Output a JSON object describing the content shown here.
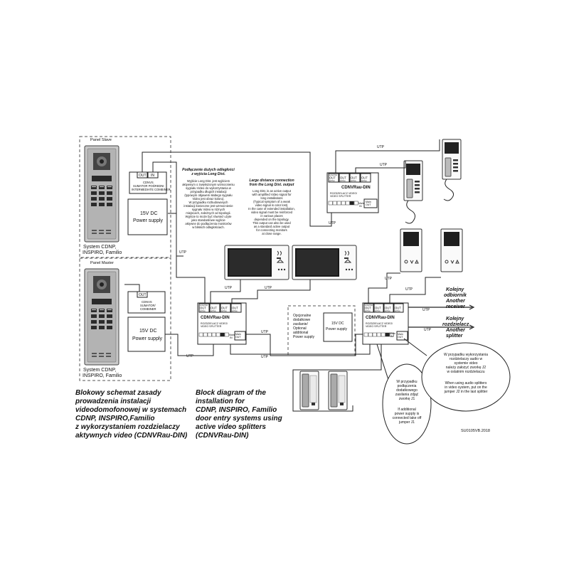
{
  "panels": {
    "slave": {
      "title": "Panel Slave",
      "system_label_line1": "System CDNP,",
      "system_label_line2": "INSPIRO, Familio"
    },
    "master": {
      "title": "Panel Master",
      "system_label_line1": "System CDNP,",
      "system_label_line2": "INSPIRO, Familio"
    }
  },
  "combiner_slave": {
    "out": "OUT",
    "in": "IN",
    "lines": [
      "CDNVS",
      "SUMATOR POŚREDNI",
      "INTERMEDIATE COMBINER"
    ]
  },
  "combiner_master": {
    "out": "OUT",
    "lines": [
      "CDNVS",
      "SUMATOR/",
      "COMBINER"
    ]
  },
  "power_supply_slave": {
    "line1": "15V DC",
    "line2": "Power supply"
  },
  "power_supply_master": {
    "line1": "15V DC",
    "line2": "Power supply"
  },
  "splitter": {
    "name": "CDNVRau-DIN",
    "desc_pl": "ROZDZIELACZ VIDEO/",
    "desc_en": "VIDEO SPLITTER",
    "ports": [
      {
        "top": "OUT",
        "bottom": "active"
      },
      {
        "top": "OUT",
        "bottom": "active"
      },
      {
        "top": "OUT",
        "bottom": "active"
      },
      {
        "top": "OUT",
        "bottom": "active"
      }
    ],
    "long_dist_top": "Long Dist",
    "main_in_1": "Main",
    "main_in_2": "IN",
    "main_out_1": "Main",
    "main_out_2": "OUT"
  },
  "notes": {
    "pl_title": "Podłączenie dużych odległości",
    "pl_title2": "z wyjścia Long Dist.",
    "pl_body": [
      "Wyjście Long Dist. jest wyjściem",
      "aktywnym o zwiększonym wzmocnieniu",
      "sygnału Video do wykorzystania w",
      "przypadku długich instalacji",
      "(typowym objawem słabego sygnału",
      "Video jest obraz koloru).",
      "W przypadku rozbudowanych",
      "instalacji konieczne jest wzmocnienie",
      "sygnału Video w różnych",
      "miejscach, zależnych od topologii.",
      "Wyjście to może być również użyte",
      "jako standardowe wyjście",
      "aktywne do podłączenia monitorów",
      "w bliskich odległościach."
    ],
    "en_title": "Large distance connection",
    "en_title2": "from the Long Dist. output",
    "en_body": [
      "Long Dist. is an active output",
      "with amplified Video signal for",
      "long installations",
      "(Typical symptom of a weak",
      "video signal is color lost).",
      "In the case of extended installation,",
      "video signal must be reinforced",
      "in various places",
      "depended on the topology.",
      "This output can also be used",
      "as a standard active output",
      "for connecting monitors",
      "at close range."
    ]
  },
  "optional_psu": {
    "lines": [
      "Opcjonalne",
      "dodatkowe",
      "zasilanie/",
      "Optional",
      "additional",
      "Power supply"
    ],
    "psu_line1": "15V DC",
    "psu_line2": "Power supply"
  },
  "utp": "UTP",
  "next_receiver": {
    "pl_1": "Kolejny",
    "pl_2": "odbiornik",
    "en_1": "Another",
    "en_2": "receiver"
  },
  "next_splitter": {
    "pl_1": "Kolejny",
    "pl_2": "rozdzielacz",
    "en_1": "Another",
    "en_2": "splitter"
  },
  "callout_j1": [
    "W przypadku",
    "podłączenia",
    "dodatkowego",
    "zasilania zdjąć",
    "zworkę J1",
    "",
    "If additional",
    "power supply is",
    "connected take off",
    "jumper J1"
  ],
  "callout_j2": [
    "W przypadku wykorzystania",
    "rozdzielaczy audio w",
    "systemie video",
    "należy założyć zworkę J2",
    "w ostatnim rozdzielaczu",
    "",
    "When using audio splitters",
    "in video system, put on the",
    "jumper J2 in the last splitter"
  ],
  "caption_pl": [
    "Blokowy schemat zasady",
    "prowadzenia instalacji",
    "videodomofonowej w systemach",
    "CDNP, INSPIRO,Familio",
    "z wykorzystaniem rozdzielaczy",
    "aktywnych video (CDNVRau-DIN)"
  ],
  "caption_en": [
    "Block diagram of the",
    "installation for",
    "CDNP, INSPIRO, Familio",
    "door entry systems using",
    "active video splitters",
    "(CDNVRau-DIN)"
  ],
  "doc_code": "SU0105VB.2018"
}
